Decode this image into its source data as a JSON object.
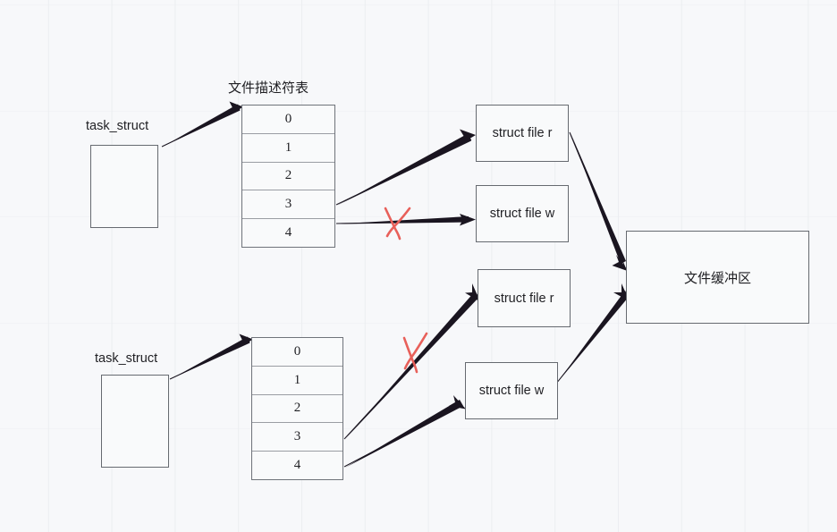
{
  "diagram": {
    "title_label": "文件描述符表",
    "background": {
      "color": "#f7f8fa",
      "grid_color": "#eceef1"
    },
    "colors": {
      "box_stroke": "#666a70",
      "arrow": "#1a1520",
      "cross": "#e8605a",
      "text": "#1f1f23"
    },
    "processes": [
      {
        "name": "task-struct-top",
        "label": "task_struct",
        "fd_table": {
          "caption": "文件描述符表",
          "rows": [
            "0",
            "1",
            "2",
            "3",
            "4"
          ]
        }
      },
      {
        "name": "task-struct-bottom",
        "label": "task_struct",
        "fd_table": {
          "caption": "",
          "rows": [
            "0",
            "1",
            "2",
            "3",
            "4"
          ]
        }
      }
    ],
    "file_structs": [
      {
        "id": "file-r-top",
        "label": "struct file r"
      },
      {
        "id": "file-w-top",
        "label": "struct file w"
      },
      {
        "id": "file-r-bottom",
        "label": "struct file r"
      },
      {
        "id": "file-w-bottom",
        "label": "struct file w"
      }
    ],
    "buffer": {
      "label": "文件缓冲区"
    },
    "cross_marks": [
      {
        "id": "cross-top",
        "meaning": "blocked-link"
      },
      {
        "id": "cross-bottom",
        "meaning": "blocked-link"
      }
    ]
  }
}
